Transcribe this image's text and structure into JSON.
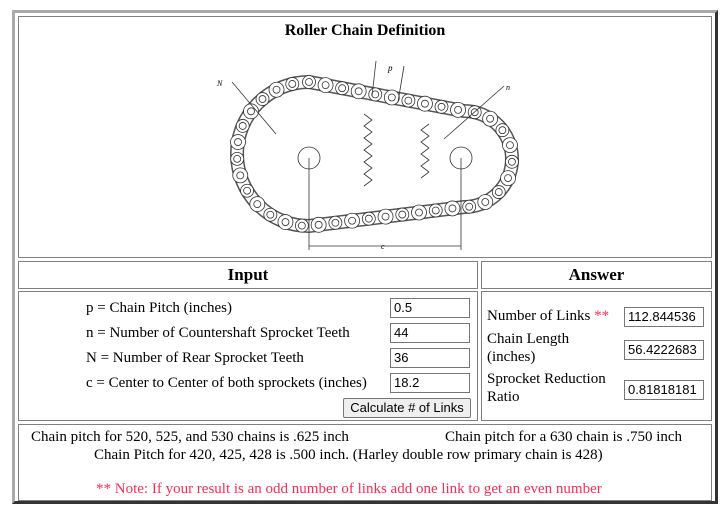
{
  "title": "Roller Chain Definition",
  "diagram": {
    "label_N": "N",
    "label_n": "n",
    "label_p": "p",
    "label_c": "c"
  },
  "input": {
    "header": "Input",
    "fields": [
      {
        "label": "p = Chain Pitch (inches)",
        "value": "0.5"
      },
      {
        "label": "n = Number of Countershaft Sprocket Teeth",
        "value": "44"
      },
      {
        "label": "N = Number of Rear Sprocket Teeth",
        "value": "36"
      },
      {
        "label": "c = Center to Center of both sprockets (inches)",
        "value": "18.2"
      }
    ],
    "button": "Calculate # of Links"
  },
  "answer": {
    "header": "Answer",
    "links_label": "Number of Links",
    "links_mark": "**",
    "links_value": "112.844536",
    "length_label_1": "Chain Length",
    "length_label_2": "(inches)",
    "length_value": "56.4222683",
    "ratio_label_1": "Sprocket Reduction",
    "ratio_label_2": "Ratio",
    "ratio_value": "0.81818181"
  },
  "footer": {
    "line1_left": "Chain pitch for 520, 525, and 530 chains is .625 inch",
    "line1_right": "Chain pitch for a 630 chain is .750 inch",
    "line2": "Chain Pitch for 420, 425, 428 is .500 inch. (Harley double row primary chain is 428)",
    "note": "** Note: If your result is an odd number of links add one link to get an even number"
  }
}
